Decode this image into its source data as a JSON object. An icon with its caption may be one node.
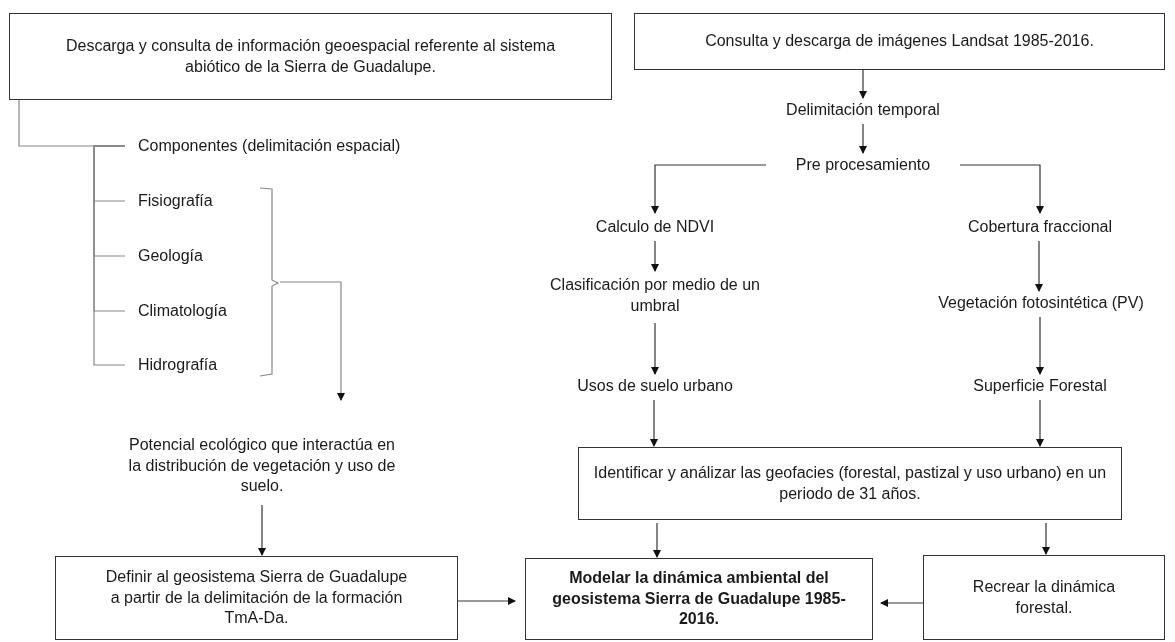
{
  "diagram": {
    "nodes": [
      {
        "text": [
          "Descarga y consulta de información geoespacial referente al sistema abiótico de la Sierra de Guadalupe."
        ]
      },
      {
        "text": [
          "Consulta y descarga de imágenes Landsat 1985-2016."
        ]
      },
      {
        "text": [
          "Delimitación temporal"
        ]
      },
      {
        "text": [
          "Pre procesamiento"
        ]
      },
      {
        "text": [
          "Calculo de NDVI"
        ]
      },
      {
        "text": [
          "Cobertura fraccional"
        ]
      },
      {
        "text": [
          "Clasificación por medio de un umbral"
        ]
      },
      {
        "text": [
          "Vegetación fotosintética (PV)"
        ]
      },
      {
        "text": [
          "Usos de suelo urbano"
        ]
      },
      {
        "text": [
          "Superficie Forestal"
        ]
      },
      {
        "text": [
          "Componentes (delimitación espacial)"
        ]
      },
      {
        "text": [
          "Fisiografía"
        ]
      },
      {
        "text": [
          "Geología"
        ]
      },
      {
        "text": [
          "Climatología"
        ]
      },
      {
        "text": [
          "Hidrografía"
        ]
      },
      {
        "text": [
          "Potencial ecológico que interactúa en la distribución de vegetación y uso de suelo."
        ]
      },
      {
        "text": [
          "Definir al geosistema Sierra de Guadalupe a partir de la delimitación de la formación TmA-Da."
        ]
      },
      {
        "text": [
          "Modelar la dinámica ambiental del geosistema Sierra de Guadalupe 1985-2016."
        ]
      },
      {
        "text": [
          "Identificar y análizar las geofacies (forestal, pastizal y uso urbano) en un periodo de 31 años."
        ]
      },
      {
        "text": [
          "Recrear la dinámica forestal."
        ]
      },
      {
        "text": [],
        "shape": "bracket"
      }
    ],
    "edges": [
      {
        "from": 0,
        "to": 10,
        "arrow": "none"
      },
      {
        "from": 10,
        "to": 11,
        "arrow": "none"
      },
      {
        "from": 10,
        "to": 12,
        "arrow": "none"
      },
      {
        "from": 10,
        "to": 13,
        "arrow": "none"
      },
      {
        "from": 10,
        "to": 14,
        "arrow": "none"
      },
      {
        "from": 20,
        "to": 15,
        "arrow": "to"
      },
      {
        "from": 15,
        "to": 16,
        "arrow": "to"
      },
      {
        "from": 16,
        "to": 17,
        "arrow": "to"
      },
      {
        "from": 1,
        "to": 2,
        "arrow": "to"
      },
      {
        "from": 2,
        "to": 3,
        "arrow": "to"
      },
      {
        "from": 3,
        "to": 4,
        "arrow": "to"
      },
      {
        "from": 3,
        "to": 5,
        "arrow": "to"
      },
      {
        "from": 4,
        "to": 6,
        "arrow": "to"
      },
      {
        "from": 5,
        "to": 7,
        "arrow": "to"
      },
      {
        "from": 6,
        "to": 8,
        "arrow": "to"
      },
      {
        "from": 7,
        "to": 9,
        "arrow": "to"
      },
      {
        "from": 8,
        "to": 18,
        "arrow": "to"
      },
      {
        "from": 9,
        "to": 18,
        "arrow": "to"
      },
      {
        "from": 18,
        "to": 17,
        "arrow": "to"
      },
      {
        "from": 18,
        "to": 19,
        "arrow": "to"
      },
      {
        "from": 19,
        "to": 17,
        "arrow": "to"
      }
    ]
  }
}
